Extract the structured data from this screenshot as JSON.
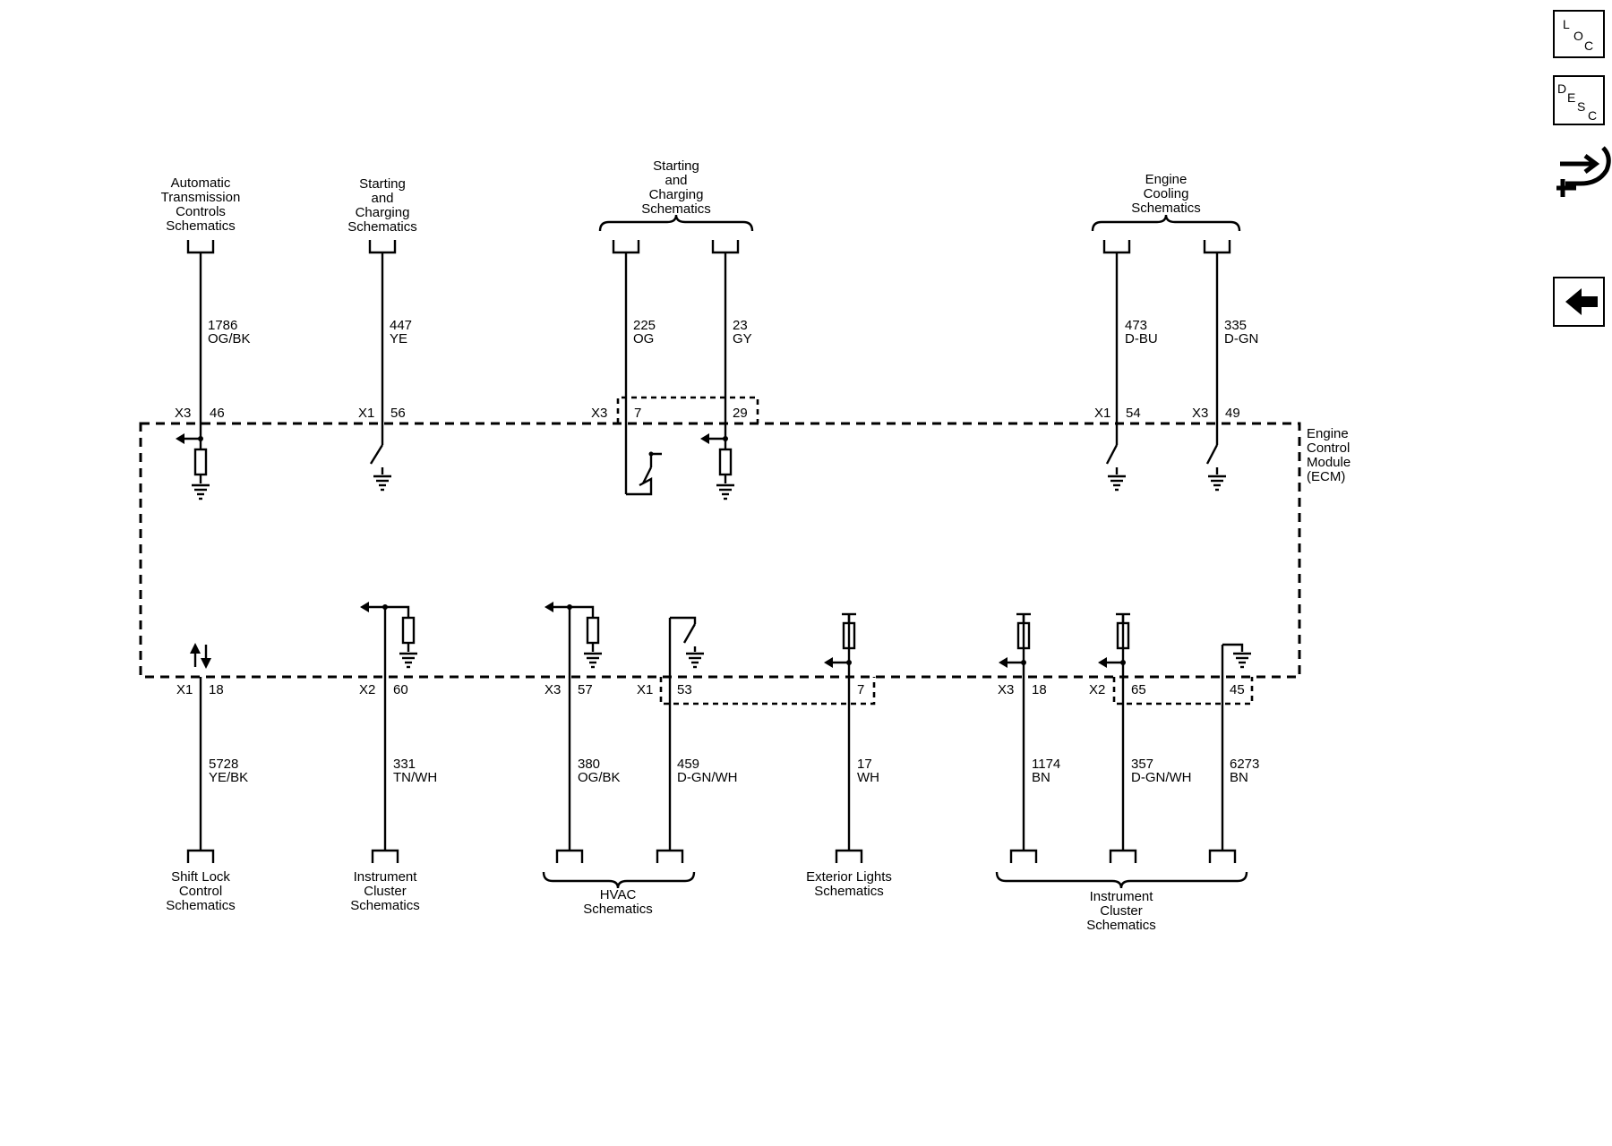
{
  "nav": {
    "loc": [
      "L",
      "O",
      "C"
    ],
    "desc": [
      "D",
      "E",
      "S",
      "C"
    ]
  },
  "module": {
    "label": [
      "Engine",
      "Control",
      "Module",
      "(ECM)"
    ]
  },
  "top_circuits": [
    {
      "dest": [
        "Automatic",
        "Transmission",
        "Controls",
        "Schematics"
      ],
      "connector": "X3",
      "pin": "46",
      "circuit": "1786",
      "color": "OG/BK"
    },
    {
      "dest": [
        "Starting",
        "and",
        "Charging",
        "Schematics"
      ],
      "connector": "X1",
      "pin": "56",
      "circuit": "447",
      "color": "YE"
    },
    {
      "dest": [
        "Starting",
        "and",
        "Charging",
        "Schematics"
      ],
      "connector": "X3",
      "pin": "7",
      "circuit": "225",
      "color": "OG"
    },
    {
      "connector": "",
      "pin": "29",
      "circuit": "23",
      "color": "GY"
    },
    {
      "dest": [
        "Engine",
        "Cooling",
        "Schematics"
      ],
      "connector": "X1",
      "pin": "54",
      "circuit": "473",
      "color": "D-BU"
    },
    {
      "connector": "X3",
      "pin": "49",
      "circuit": "335",
      "color": "D-GN"
    }
  ],
  "bottom_circuits": [
    {
      "dest": [
        "Shift Lock",
        "Control",
        "Schematics"
      ],
      "connector": "X1",
      "pin": "18",
      "circuit": "5728",
      "color": "YE/BK"
    },
    {
      "dest": [
        "Instrument",
        "Cluster",
        "Schematics"
      ],
      "connector": "X2",
      "pin": "60",
      "circuit": "331",
      "color": "TN/WH"
    },
    {
      "dest": [
        "HVAC",
        "Schematics"
      ],
      "connector": "X3",
      "pin": "57",
      "circuit": "380",
      "color": "OG/BK"
    },
    {
      "connector": "X1",
      "pin": "53",
      "circuit": "459",
      "color": "D-GN/WH"
    },
    {
      "dest": [
        "Exterior Lights",
        "Schematics"
      ],
      "connector": "",
      "pin": "7",
      "circuit": "17",
      "color": "WH"
    },
    {
      "dest": [
        "Instrument",
        "Cluster",
        "Schematics"
      ],
      "connector": "X3",
      "pin": "18",
      "circuit": "1174",
      "color": "BN"
    },
    {
      "connector": "X2",
      "pin": "65",
      "circuit": "357",
      "color": "D-GN/WH"
    },
    {
      "connector": "",
      "pin": "45",
      "circuit": "6273",
      "color": "BN"
    }
  ]
}
